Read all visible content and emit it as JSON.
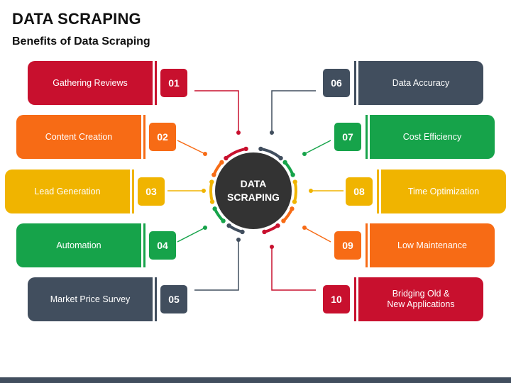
{
  "title": "DATA SCRAPING",
  "subtitle": "Benefits of Data Scraping",
  "center": {
    "line1": "DATA",
    "line2": "SCRAPING"
  },
  "colors": {
    "red": "#c8102e",
    "orange": "#f76b15",
    "yellow": "#f0b400",
    "green": "#16a34a",
    "slate": "#414e5e",
    "dark": "#333333"
  },
  "items": [
    {
      "num": "01",
      "label": "Gathering Reviews",
      "color": "#c8102e",
      "side": "left"
    },
    {
      "num": "02",
      "label": "Content Creation",
      "color": "#f76b15",
      "side": "left"
    },
    {
      "num": "03",
      "label": "Lead Generation",
      "color": "#f0b400",
      "side": "left"
    },
    {
      "num": "04",
      "label": "Automation",
      "color": "#16a34a",
      "side": "left"
    },
    {
      "num": "05",
      "label": "Market Price Survey",
      "color": "#414e5e",
      "side": "left"
    },
    {
      "num": "06",
      "label": "Data Accuracy",
      "color": "#414e5e",
      "side": "right"
    },
    {
      "num": "07",
      "label": "Cost Efficiency",
      "color": "#16a34a",
      "side": "right"
    },
    {
      "num": "08",
      "label": "Time Optimization",
      "color": "#f0b400",
      "side": "right"
    },
    {
      "num": "09",
      "label": "Low Maintenance",
      "color": "#f76b15",
      "side": "right"
    },
    {
      "num": "10",
      "label": "Bridging Old & New Applications",
      "color": "#c8102e",
      "side": "right"
    }
  ]
}
